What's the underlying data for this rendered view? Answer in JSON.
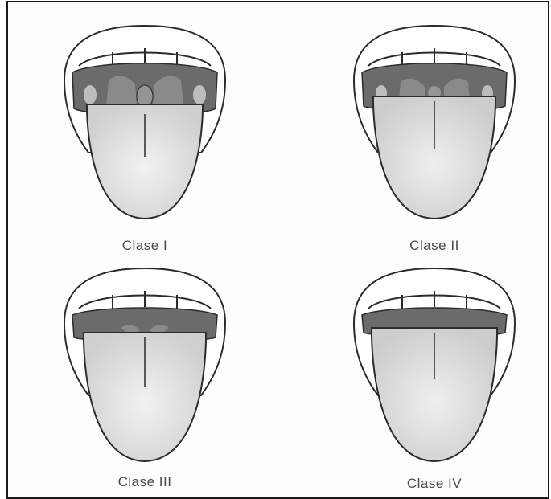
{
  "panels": [
    {
      "label": "Clase I",
      "visibility": "uvula, pillars and soft palate fully visible"
    },
    {
      "label": "Clase II",
      "visibility": "uvula partially hidden, pillars partly visible"
    },
    {
      "label": "Clase III",
      "visibility": "only base of uvula / soft palate visible"
    },
    {
      "label": "Clase IV",
      "visibility": "only hard palate visible"
    }
  ],
  "colors": {
    "palate": "#6b6b6b",
    "tongue": "#d8d8d8",
    "lip_outline": "#2b2b2b",
    "caption": "#4a4a4a"
  }
}
